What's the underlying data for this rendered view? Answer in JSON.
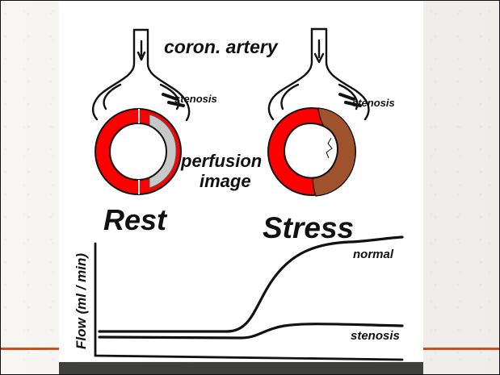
{
  "slide": {
    "accent_color": "#c94f20",
    "footer_band_color": "#3f3f3b",
    "background_color": "#f3f1ed"
  },
  "diagram": {
    "vessel_label": "coron. artery",
    "left_lesion_label": "stenosis",
    "right_lesion_label": "stenosis",
    "image_label_line_1": "perfusion",
    "image_label_line_2": "image",
    "rest_label": "Rest",
    "stress_label": "Stress",
    "y_axis_label": "Flow (ml / min)",
    "normal_curve_label": "normal",
    "stenosis_curve_label": "stenosis",
    "perfusion_colors": {
      "normal": "#ff0000",
      "reduced": "#a0522d",
      "rest_inner": "#c8c8c8"
    }
  }
}
